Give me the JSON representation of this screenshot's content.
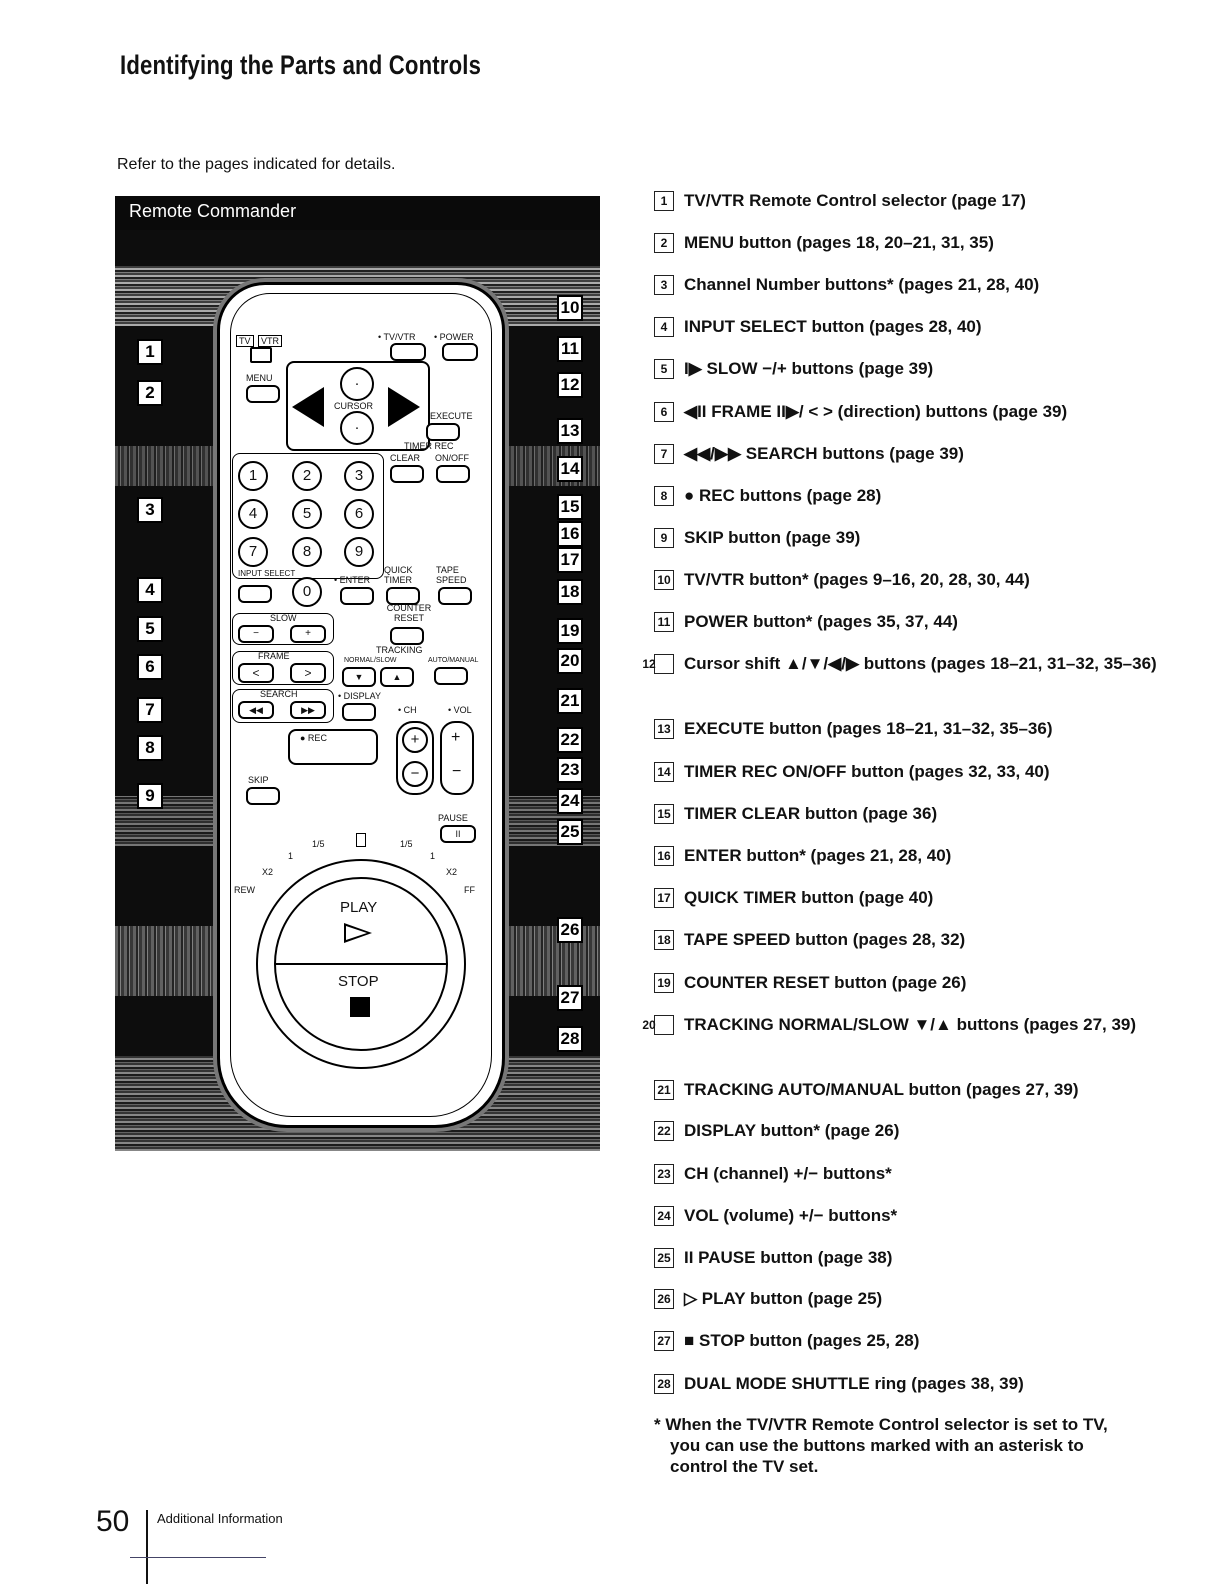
{
  "page": {
    "title": "Identifying the Parts and Controls",
    "intro": "Refer to the pages indicated for details.",
    "panel_title": "Remote Commander",
    "footer_page": "50",
    "footer_section": "Additional Information"
  },
  "remote": {
    "tv": "TV",
    "vtr": "VTR",
    "tv_vtr": "• TV/VTR",
    "power": "• POWER",
    "menu": "MENU",
    "cursor": "CURSOR",
    "execute": "EXECUTE",
    "timer_rec": "TIMER REC",
    "clear": "CLEAR",
    "on_off": "ON/OFF",
    "input_select": "INPUT SELECT",
    "enter": "• ENTER",
    "quick_timer": "QUICK TIMER",
    "tape_speed": "TAPE SPEED",
    "counter_reset": "COUNTER RESET",
    "slow": "SLOW",
    "tracking": "TRACKING",
    "frame": "FRAME",
    "normal_slow": "NORMAL/SLOW",
    "auto_manual": "AUTO/MANUAL",
    "search": "SEARCH",
    "display": "• DISPLAY",
    "ch": "• CH",
    "vol": "• VOL",
    "rec": "● REC",
    "skip": "SKIP",
    "pause": "PAUSE",
    "play": "PLAY",
    "stop": "STOP",
    "rew": "REW",
    "ff": "FF",
    "x2_left": "X2",
    "x2_right": "X2",
    "one_fifth_left": "1/5",
    "one_fifth_right": "1/5",
    "one_left": "1",
    "one_right": "1",
    "keys": [
      "1",
      "2",
      "3",
      "4",
      "5",
      "6",
      "7",
      "8",
      "9",
      "0"
    ],
    "plus": "+",
    "minus": "−"
  },
  "callouts_left": [
    "1",
    "2",
    "3",
    "4",
    "5",
    "6",
    "7",
    "8",
    "9"
  ],
  "callouts_right": [
    "10",
    "11",
    "12",
    "13",
    "14",
    "15",
    "16",
    "17",
    "18",
    "19",
    "20",
    "21",
    "22",
    "23",
    "24",
    "25",
    "26",
    "27",
    "28"
  ],
  "items": [
    {
      "n": "1",
      "text": "TV/VTR Remote Control selector (page 17)"
    },
    {
      "n": "2",
      "text": "MENU button (pages 18, 20–21, 31, 35)"
    },
    {
      "n": "3",
      "text": "Channel Number buttons* (pages 21, 28, 40)"
    },
    {
      "n": "4",
      "text": "INPUT SELECT button (pages 28, 40)"
    },
    {
      "n": "5",
      "text": "I▶ SLOW −/+ buttons (page 39)"
    },
    {
      "n": "6",
      "text": "◀II FRAME II▶/ < > (direction) buttons (page 39)"
    },
    {
      "n": "7",
      "text": "◀◀/▶▶ SEARCH buttons (page 39)"
    },
    {
      "n": "8",
      "text": "● REC buttons (page 28)"
    },
    {
      "n": "9",
      "text": "SKIP button (page 39)"
    },
    {
      "n": "10",
      "text": "TV/VTR button* (pages 9–16, 20, 28, 30, 44)"
    },
    {
      "n": "11",
      "text": "POWER button* (pages 35, 37, 44)"
    },
    {
      "n": "12",
      "text": "Cursor shift ▲/▼/◀/▶ buttons (pages 18–21, 31–32, 35–36)"
    },
    {
      "n": "13",
      "text": "EXECUTE button (pages 18–21, 31–32, 35–36)"
    },
    {
      "n": "14",
      "text": "TIMER REC ON/OFF button (pages 32, 33, 40)"
    },
    {
      "n": "15",
      "text": "TIMER CLEAR button (page 36)"
    },
    {
      "n": "16",
      "text": "ENTER button* (pages 21, 28, 40)"
    },
    {
      "n": "17",
      "text": "QUICK TIMER button (page 40)"
    },
    {
      "n": "18",
      "text": "TAPE SPEED button (pages 28, 32)"
    },
    {
      "n": "19",
      "text": "COUNTER RESET button (page 26)"
    },
    {
      "n": "20",
      "text": "TRACKING NORMAL/SLOW ▼/▲ buttons (pages 27, 39)"
    },
    {
      "n": "21",
      "text": "TRACKING AUTO/MANUAL button (pages 27, 39)"
    },
    {
      "n": "22",
      "text": "DISPLAY button* (page 26)"
    },
    {
      "n": "23",
      "text": "CH (channel) +/− buttons*"
    },
    {
      "n": "24",
      "text": "VOL (volume) +/− buttons*"
    },
    {
      "n": "25",
      "text": "II PAUSE button (page 38)"
    },
    {
      "n": "26",
      "text": "▷ PLAY button (page 25)"
    },
    {
      "n": "27",
      "text": "■ STOP button (pages 25, 28)"
    },
    {
      "n": "28",
      "text": "DUAL MODE SHUTTLE ring (pages 38, 39)"
    }
  ],
  "note": "* When the TV/VTR Remote Control selector is set to TV, you can use the buttons marked with an asterisk to control the TV set."
}
